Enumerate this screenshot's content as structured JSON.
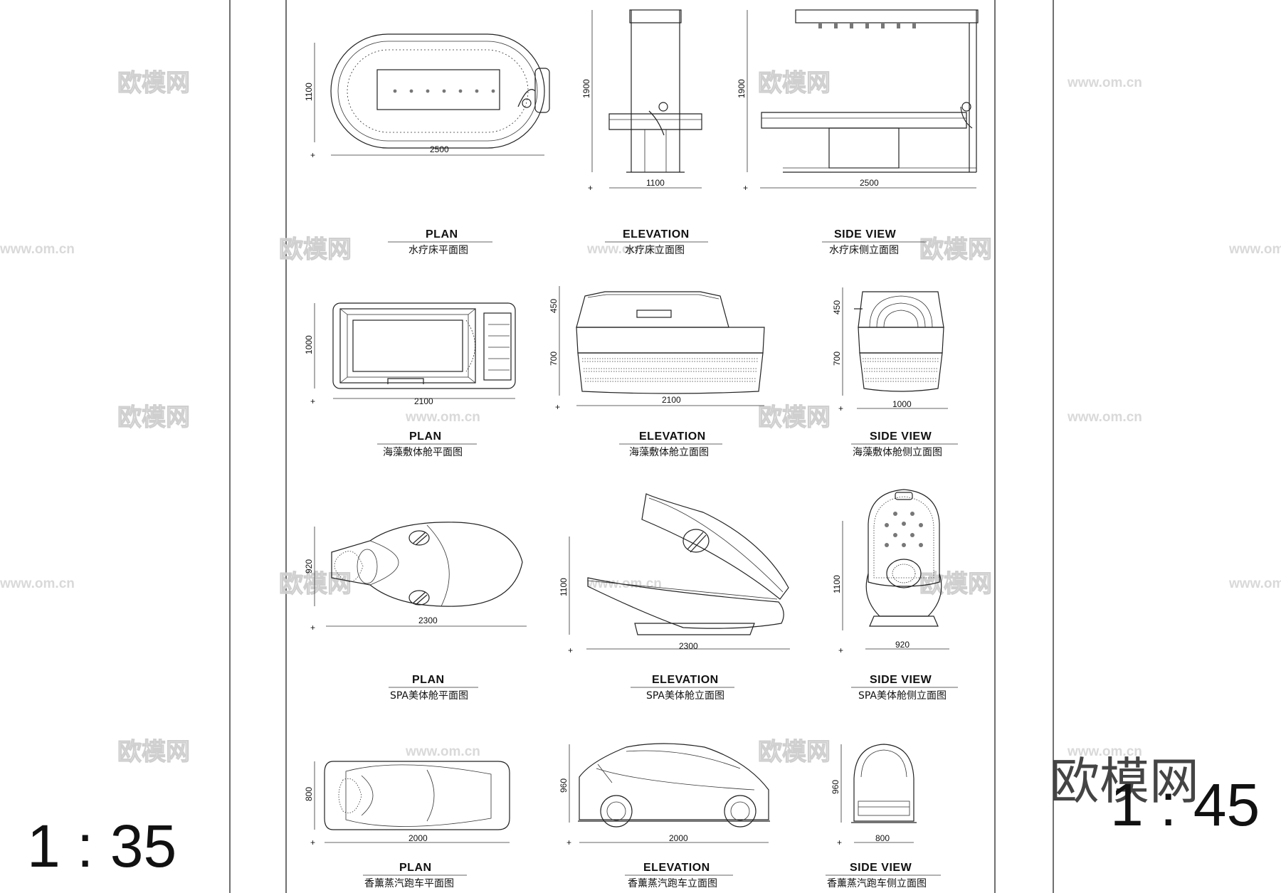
{
  "sheet": {
    "scale_left": "1 : 35",
    "scale_right": "1 : 45",
    "watermark_brand": "欧模网",
    "watermark_url": "www.om.cn"
  },
  "rows": [
    {
      "views": [
        {
          "title": "PLAN",
          "subtitle": "水疗床平面图",
          "dims": [
            "1100",
            "2500"
          ]
        },
        {
          "title": "ELEVATION",
          "subtitle": "水疗床立面图",
          "dims": [
            "1900",
            "1100"
          ]
        },
        {
          "title": "SIDE VIEW",
          "subtitle": "水疗床侧立面图",
          "dims": [
            "1900",
            "2500"
          ]
        }
      ]
    },
    {
      "views": [
        {
          "title": "PLAN",
          "subtitle": "海藻敷体舱平面图",
          "dims": [
            "1000",
            "2100"
          ]
        },
        {
          "title": "ELEVATION",
          "subtitle": "海藻敷体舱立面图",
          "dims": [
            "450",
            "700",
            "2100"
          ]
        },
        {
          "title": "SIDE VIEW",
          "subtitle": "海藻敷体舱侧立面图",
          "dims": [
            "450",
            "700",
            "1000"
          ]
        }
      ]
    },
    {
      "views": [
        {
          "title": "PLAN",
          "subtitle": "SPA美体舱平面图",
          "dims": [
            "920",
            "2300"
          ]
        },
        {
          "title": "ELEVATION",
          "subtitle": "SPA美体舱立面图",
          "dims": [
            "1100",
            "2300"
          ]
        },
        {
          "title": "SIDE VIEW",
          "subtitle": "SPA美体舱侧立面图",
          "dims": [
            "1100",
            "920"
          ]
        }
      ]
    },
    {
      "views": [
        {
          "title": "PLAN",
          "subtitle": "香薰蒸汽跑车平面图",
          "dims": [
            "800",
            "2000"
          ]
        },
        {
          "title": "ELEVATION",
          "subtitle": "香薰蒸汽跑车立面图",
          "dims": [
            "960",
            "2000"
          ]
        },
        {
          "title": "SIDE VIEW",
          "subtitle": "香薰蒸汽跑车侧立面图",
          "dims": [
            "960",
            "800"
          ]
        }
      ]
    }
  ]
}
